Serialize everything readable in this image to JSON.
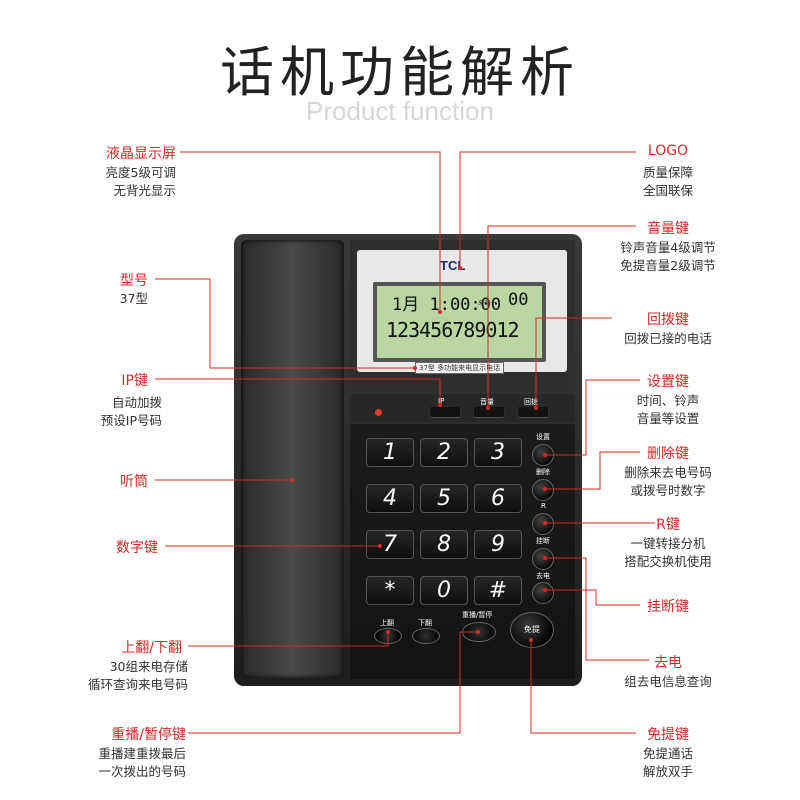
{
  "title": "话机功能解析",
  "subtitle": "Product function",
  "features": {
    "lcd": {
      "label": "液晶显示屏",
      "desc": [
        "亮度5级可调",
        "无背光显示"
      ]
    },
    "model": {
      "label": "型号",
      "desc": [
        "37型"
      ]
    },
    "ip": {
      "label": "IP键",
      "desc": [
        "自动加拨",
        "预设IP号码"
      ]
    },
    "handset": {
      "label": "听筒",
      "desc": []
    },
    "digits": {
      "label": "数字键",
      "desc": []
    },
    "updown": {
      "label": "上翻/下翻",
      "desc": [
        "30组来电存储",
        "循环查询来电号码"
      ]
    },
    "redial": {
      "label": "重播/暂停键",
      "desc": [
        "重播建重拨最后",
        "一次拨出的号码"
      ]
    },
    "logo": {
      "label": "LOGO",
      "desc": [
        "质量保障",
        "全国联保"
      ]
    },
    "volume": {
      "label": "音量键",
      "desc": [
        "铃声音量4级调节",
        "免提音量2级调节"
      ]
    },
    "callback": {
      "label": "回拨键",
      "desc": [
        "回拨已接的电话"
      ]
    },
    "settings": {
      "label": "设置键",
      "desc": [
        "时间、铃声",
        "音量等设置"
      ]
    },
    "delete": {
      "label": "删除键",
      "desc": [
        "删除来去电号码",
        "或拨号时数字"
      ]
    },
    "r": {
      "label": "R键",
      "desc": [
        "一键转接分机",
        "搭配交换机使用"
      ]
    },
    "hangup": {
      "label": "挂断键",
      "desc": []
    },
    "outgoing": {
      "label": "去电",
      "desc": [
        "组去电信息查询"
      ]
    },
    "speaker": {
      "label": "免提键",
      "desc": [
        "免提通话",
        "解放双手"
      ]
    }
  },
  "phone": {
    "logo": "TCL",
    "lcd_line1": "1月 1:00:00",
    "lcd_line1_right": "00",
    "lcd_tag": "来电一",
    "lcd_line2": "123456789012",
    "model_tag": "37型",
    "model_text": "多功能来电显示电话",
    "func_buttons": [
      "IP",
      "音量",
      "回拨"
    ],
    "keys": [
      "1",
      "2",
      "3",
      "4",
      "5",
      "6",
      "7",
      "8",
      "9",
      "*",
      "0",
      "#"
    ],
    "side_keys": [
      "设置",
      "删除",
      "R",
      "挂断",
      "去电"
    ],
    "bottom_keys": [
      "上翻",
      "下翻",
      "重播/暂停"
    ],
    "speaker": "免提"
  },
  "colors": {
    "label": "#d42a2a",
    "line": "#d42a2a",
    "body": "#1f1f1f",
    "lcd": "#b9d6a3"
  }
}
